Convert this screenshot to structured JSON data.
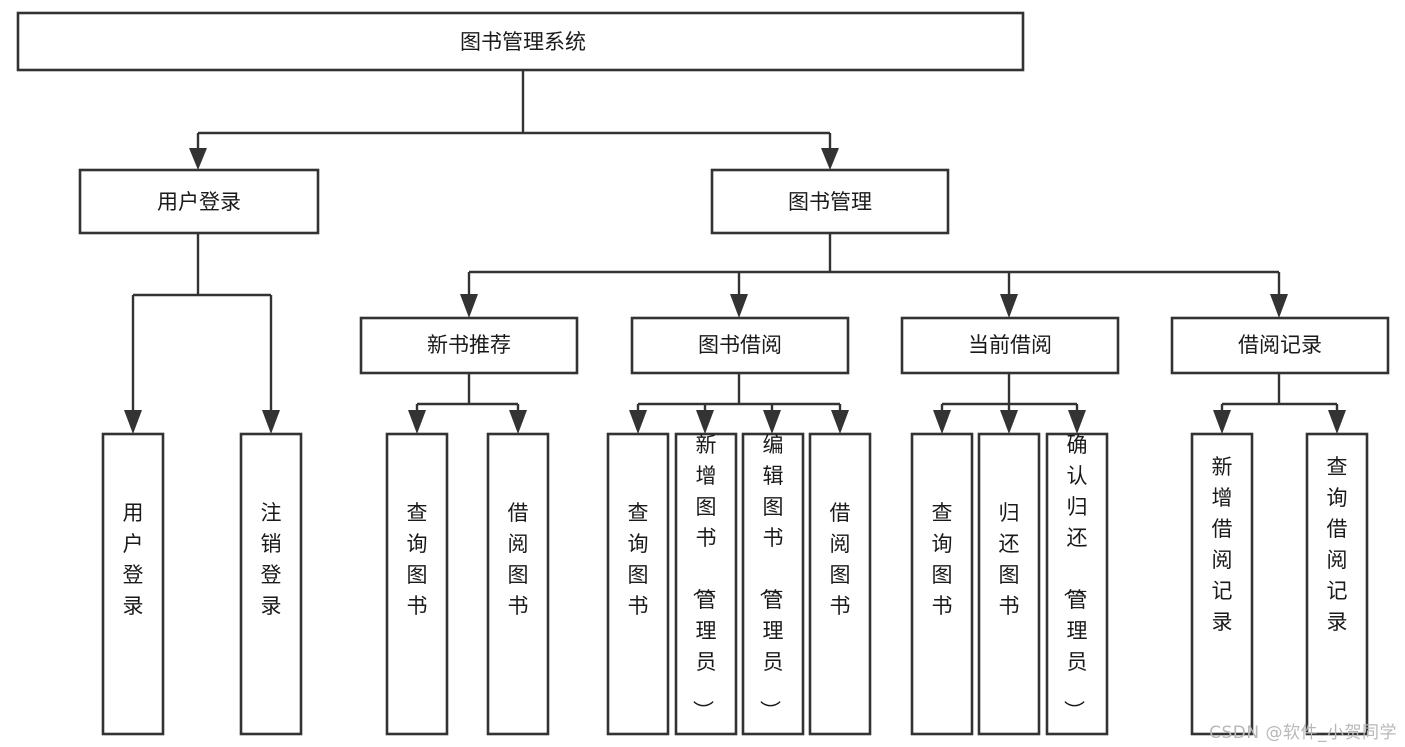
{
  "diagram": {
    "title": "图书管理系统",
    "type": "tree-hierarchy",
    "watermark": "CSDN @软件_小贺同学",
    "colors": {
      "stroke": "#333333",
      "fill": "#ffffff",
      "text": "#1a1a1a",
      "watermark": "#b8b8b8"
    },
    "root": {
      "label": "图书管理系统"
    },
    "level2": [
      {
        "label": "用户登录"
      },
      {
        "label": "图书管理"
      }
    ],
    "level3": [
      {
        "label": "新书推荐"
      },
      {
        "label": "图书借阅"
      },
      {
        "label": "当前借阅"
      },
      {
        "label": "借阅记录"
      }
    ],
    "leaves": {
      "user_login": [
        {
          "label": "用户登录"
        },
        {
          "label": "注销登录"
        }
      ],
      "new_book_recommend": [
        {
          "label": "查询图书"
        },
        {
          "label": "借阅图书"
        }
      ],
      "book_borrow": [
        {
          "label": "查询图书"
        },
        {
          "label": "新增图书（管理员）"
        },
        {
          "label": "编辑图书（管理员）"
        },
        {
          "label": "借阅图书"
        }
      ],
      "current_borrow": [
        {
          "label": "查询图书"
        },
        {
          "label": "归还图书"
        },
        {
          "label": "确认归还（管理员）"
        }
      ],
      "borrow_record": [
        {
          "label": "新增借阅记录"
        },
        {
          "label": "查询借阅记录"
        }
      ]
    }
  }
}
